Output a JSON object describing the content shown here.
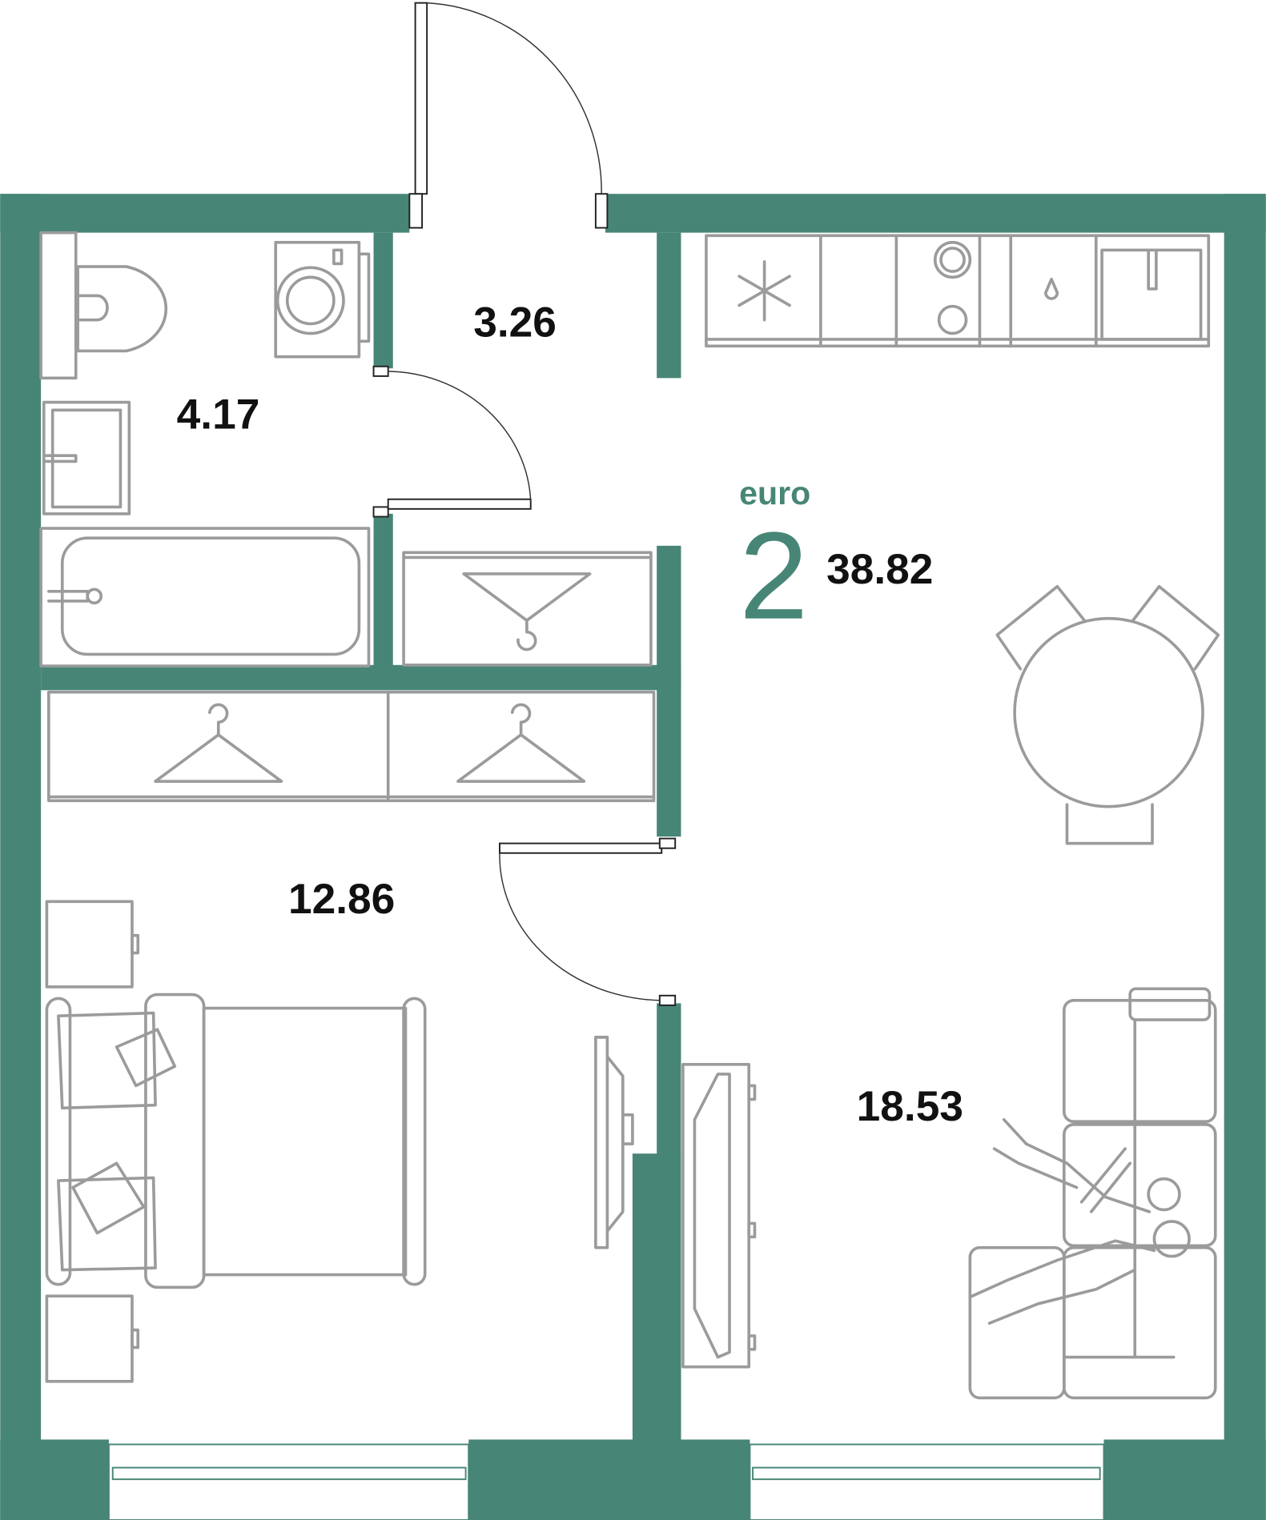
{
  "plan": {
    "brand_label": "euro",
    "room_count": "2",
    "total_area": "38.82",
    "rooms": {
      "hallway_area": "3.26",
      "bathroom_area": "4.17",
      "bedroom_area": "12.86",
      "living_kitchen_area": "18.53"
    },
    "colors": {
      "wall": "#478676",
      "furniture": "#9b9b9b"
    }
  }
}
